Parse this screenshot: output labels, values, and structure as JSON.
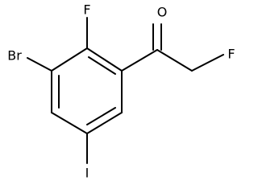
{
  "atoms": {
    "bromine": "Br",
    "fluorine_ring": "F",
    "oxygen": "O",
    "fluorine_chain": "F",
    "iodine": "I"
  }
}
